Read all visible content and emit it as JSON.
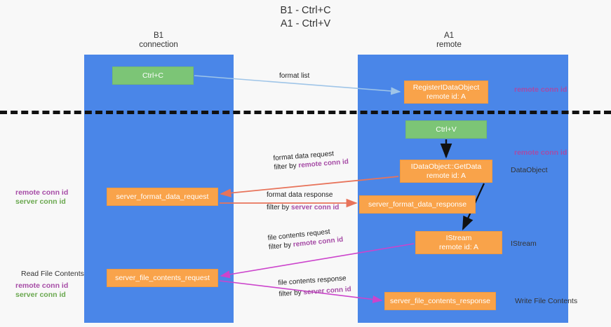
{
  "title": {
    "line1": "B1 - Ctrl+C",
    "line2": "A1 - Ctrl+V"
  },
  "lanes": [
    {
      "id": "b1",
      "name": "B1",
      "role": "connection"
    },
    {
      "id": "a1",
      "name": "A1",
      "role": "remote"
    }
  ],
  "nodes": {
    "ctrl_c": "Ctrl+C",
    "register_dataobject_l1": "RegisterIDataObject",
    "register_dataobject_l2": "remote id: A",
    "ctrl_v": "Ctrl+V",
    "getdata_l1": "IDataObject::GetData",
    "getdata_l2": "remote id: A",
    "server_format_data_request": "server_format_data_request",
    "server_format_data_response": "server_format_data_response",
    "istream_l1": "IStream",
    "istream_l2": "remote id: A",
    "server_file_contents_request": "server_file_contents_request",
    "server_file_contents_response": "server_file_contents_response"
  },
  "edges": {
    "format_list": "format list",
    "format_data_request": "format data request",
    "format_data_request_filter_prefix": "filter by ",
    "format_data_request_filter_key": "remote conn id",
    "format_data_response": "format data response",
    "format_data_response_filter_prefix": "filter by ",
    "format_data_response_filter_key": "server conn id",
    "file_contents_request": "file contents request",
    "file_contents_request_filter_prefix": "filter by ",
    "file_contents_request_filter_key": "remote conn id",
    "file_contents_response": "file contents response",
    "file_contents_response_filter_prefix": "filter by ",
    "file_contents_response_filter_key": "server conn id"
  },
  "annotations": {
    "right_remote_conn_id_top": "remote conn id",
    "right_remote_conn_id_mid": "remote conn id",
    "right_dataobject": "DataObject",
    "right_istream": "IStream",
    "right_write_file_contents": "Write File Contents",
    "left_remote_conn_id_mid": "remote conn id",
    "left_server_conn_id_mid": "server conn id",
    "left_read_file_contents": "Read File Contents",
    "left_remote_conn_id_bottom": "remote conn id",
    "left_server_conn_id_bottom": "server conn id"
  },
  "colors": {
    "lane": "#4a86e8",
    "green_box": "#7cc576",
    "orange_box": "#f9a34a",
    "purple_text": "#a64ca6",
    "green_text": "#6aa84f",
    "arrow_blue": "#9fc5e8",
    "arrow_black": "#111111",
    "arrow_red": "#e8745b",
    "arrow_magenta": "#cc44cc",
    "divider": "#111111",
    "background": "#f8f8f8"
  }
}
